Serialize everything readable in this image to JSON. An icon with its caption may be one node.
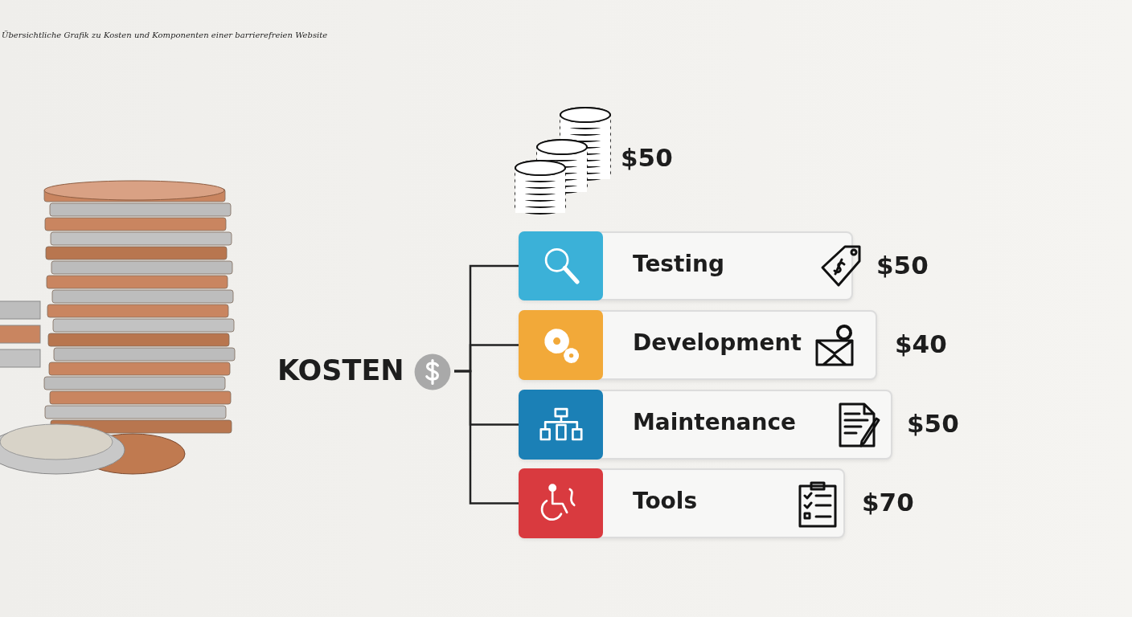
{
  "diagram": {
    "title": "Übersichtliche Grafik zu Kosten und Komponenten einer barrierefreien Website",
    "nodes": [
      {
        "text": [
          "KOSTEN"
        ]
      },
      {
        "text": [
          "Testing"
        ],
        "beside": [
          "$50"
        ]
      },
      {
        "text": [
          "Development"
        ],
        "beside": [
          "$40"
        ]
      },
      {
        "text": [
          "Maintenance"
        ],
        "beside": [
          "$50"
        ]
      },
      {
        "text": [
          "Tools"
        ],
        "beside": [
          "$70"
        ]
      }
    ],
    "edges": [
      {
        "from": 0,
        "to": 1,
        "arrow": "none"
      },
      {
        "from": 0,
        "to": 2,
        "arrow": "none"
      },
      {
        "from": 0,
        "to": 3,
        "arrow": "none"
      },
      {
        "from": 0,
        "to": 4,
        "arrow": "none"
      }
    ],
    "labels": [
      "$50"
    ]
  }
}
